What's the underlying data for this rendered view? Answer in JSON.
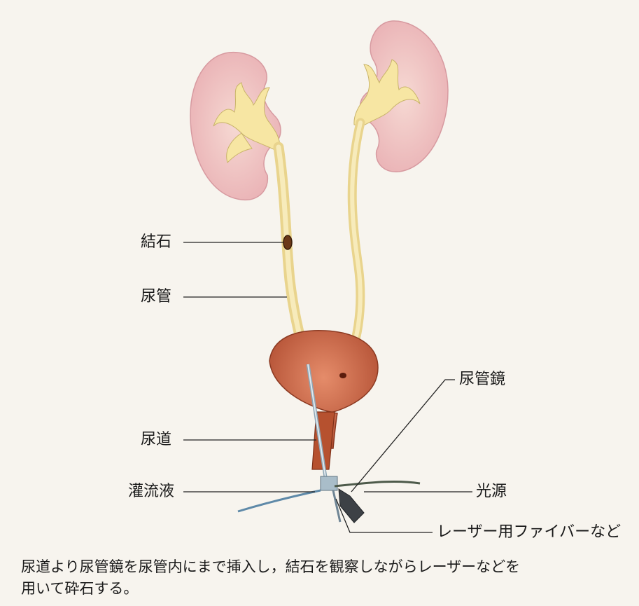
{
  "labels": {
    "stone": "結石",
    "ureter": "尿管",
    "urethra": "尿道",
    "irrigation": "灌流液",
    "ureteroscope": "尿管鏡",
    "light_source": "光源",
    "laser_fiber": "レーザー用ファイバーなど"
  },
  "caption": {
    "line1": "尿道より尿管鏡を尿管内にまで挿入し，結石を観察しながらレーザーなどを",
    "line2": "用いて砕石する。"
  },
  "colors": {
    "background": "#f7f4ee",
    "kidney": "#f1c7c6",
    "collecting_system": "#f7e6a3",
    "bladder": "#c4603f",
    "stone": "#6a3818",
    "scope": "#8fa7b6",
    "leader_line": "#222222"
  }
}
